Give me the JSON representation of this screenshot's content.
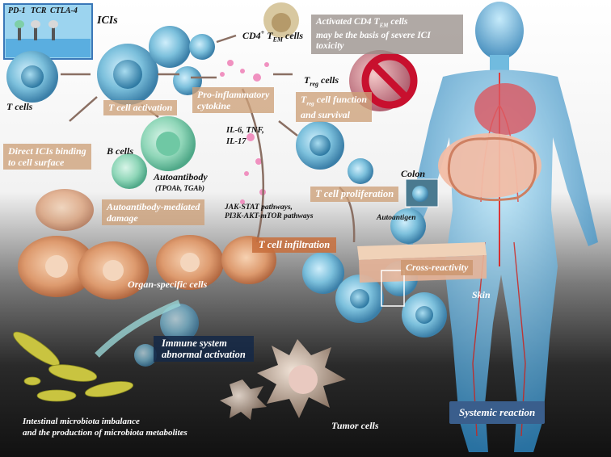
{
  "inset": {
    "pd1": "PD-1",
    "tcr": "TCR",
    "ctla4": "CTLA-4"
  },
  "labels": {
    "icis": "ICIs",
    "t_cells": "T cells",
    "cd4_tem": "CD4",
    "cd4_sup": "+",
    "cd4_t": "T",
    "cd4_sub": "EM",
    "cd4_tail": "cells",
    "treg": "T",
    "treg_sub": "reg",
    "treg_tail": "cells",
    "b_cells": "B cells",
    "il": "IL-6, TNF,",
    "il17": "IL-17",
    "autoantibody": "Autoantibody",
    "autoantibody_sub": "(TPOAb, TGAb)",
    "pathways1": "JAK-STAT pathways,",
    "pathways2": "PI3K-AKT-mTOR pathways",
    "organ_cells": "Organ-specific cells",
    "colon": "Colon",
    "autoantigen": "Autoantigen",
    "skin": "Skin",
    "tumor_cells": "Tumor cells",
    "microbiota1": "Intestinal microbiota imbalance",
    "microbiota2": "and the production of microbiota metabolites"
  },
  "boxes": {
    "activated_cd4_1": "Activated CD4 T",
    "activated_cd4_sub": "EM",
    "activated_cd4_tail": " cells",
    "activated_cd4_2": "may be the basis of severe ICI toxicity",
    "t_activation": "T cell activation",
    "pro_inflam1": "Pro-inflammatory",
    "pro_inflam2": "cytokine",
    "treg_func_t": "T",
    "treg_func_sub": "reg",
    "treg_func1": " cell function",
    "treg_func2": "and survival",
    "direct1": "Direct ICIs binding",
    "direct2": "to cell surface",
    "auto_damage1": "Autoantibody-mediated",
    "auto_damage2": "damage",
    "t_prolif": "T cell proliferation",
    "t_infiltration": "T cell infiltration",
    "cross_reactivity": "Cross-reactivity",
    "immune1": "Immune system",
    "immune2": "abnormal activation",
    "systemic": "Systemic reaction"
  },
  "colors": {
    "bg_top": "#ffffff",
    "bg_bottom": "#141414",
    "tan_box": "#cda078",
    "orange_box": "#c86e3c",
    "systemic_box": "#3a5e8c",
    "cell_blue": "#5aa6c8",
    "organ_cell": "#d9875a",
    "body_blue": "#6ec4e8"
  }
}
